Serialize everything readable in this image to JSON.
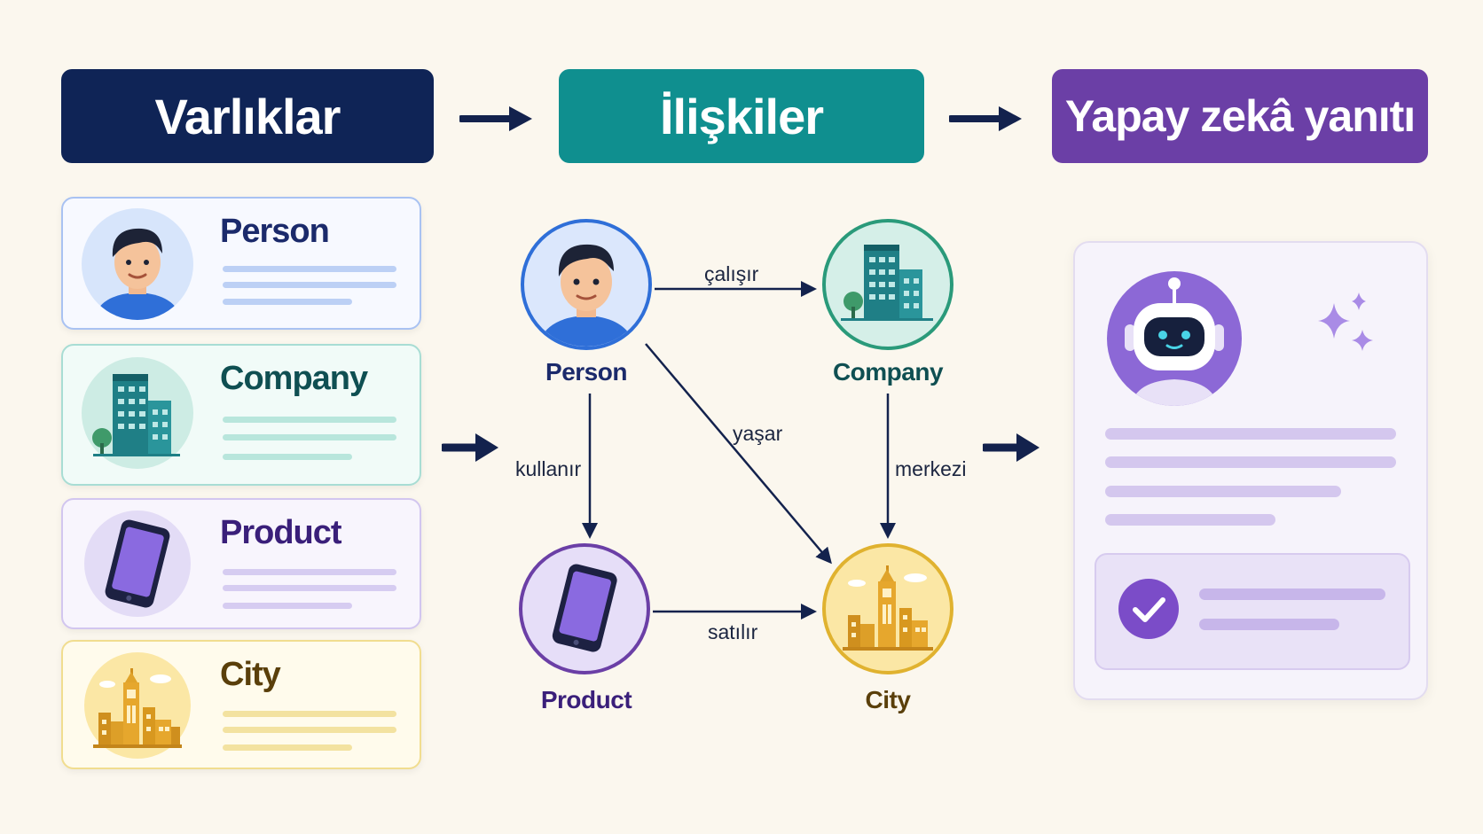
{
  "headers": {
    "entities": "Varlıklar",
    "relations": "İlişkiler",
    "ai_response": "Yapay zekâ yanıtı"
  },
  "entities": [
    {
      "label": "Person",
      "color": "#1b2a6b",
      "border": "#a9c2f2",
      "bg": "#f7f9ff",
      "line": "#bcd0f5"
    },
    {
      "label": "Company",
      "color": "#0f4f52",
      "border": "#a8ddd4",
      "bg": "#f1fbf8",
      "line": "#b8e6dc"
    },
    {
      "label": "Product",
      "color": "#3a1f7a",
      "border": "#d2c6ef",
      "bg": "#f8f5fd",
      "line": "#d6ccf1"
    },
    {
      "label": "City",
      "color": "#5a3f0a",
      "border": "#f1dd8f",
      "bg": "#fffbec",
      "line": "#f3e2a0"
    }
  ],
  "graph": {
    "nodes": {
      "person": "Person",
      "company": "Company",
      "product": "Product",
      "city": "City"
    },
    "edges": {
      "calisir": "çalışır",
      "kullanir": "kullanır",
      "yasar": "yaşar",
      "merkezi": "merkezi",
      "satilir": "satılır"
    }
  },
  "colors": {
    "navy": "#0f2456",
    "teal": "#0f8f8f",
    "purple": "#6b3fa6",
    "arrow": "#13224d"
  }
}
